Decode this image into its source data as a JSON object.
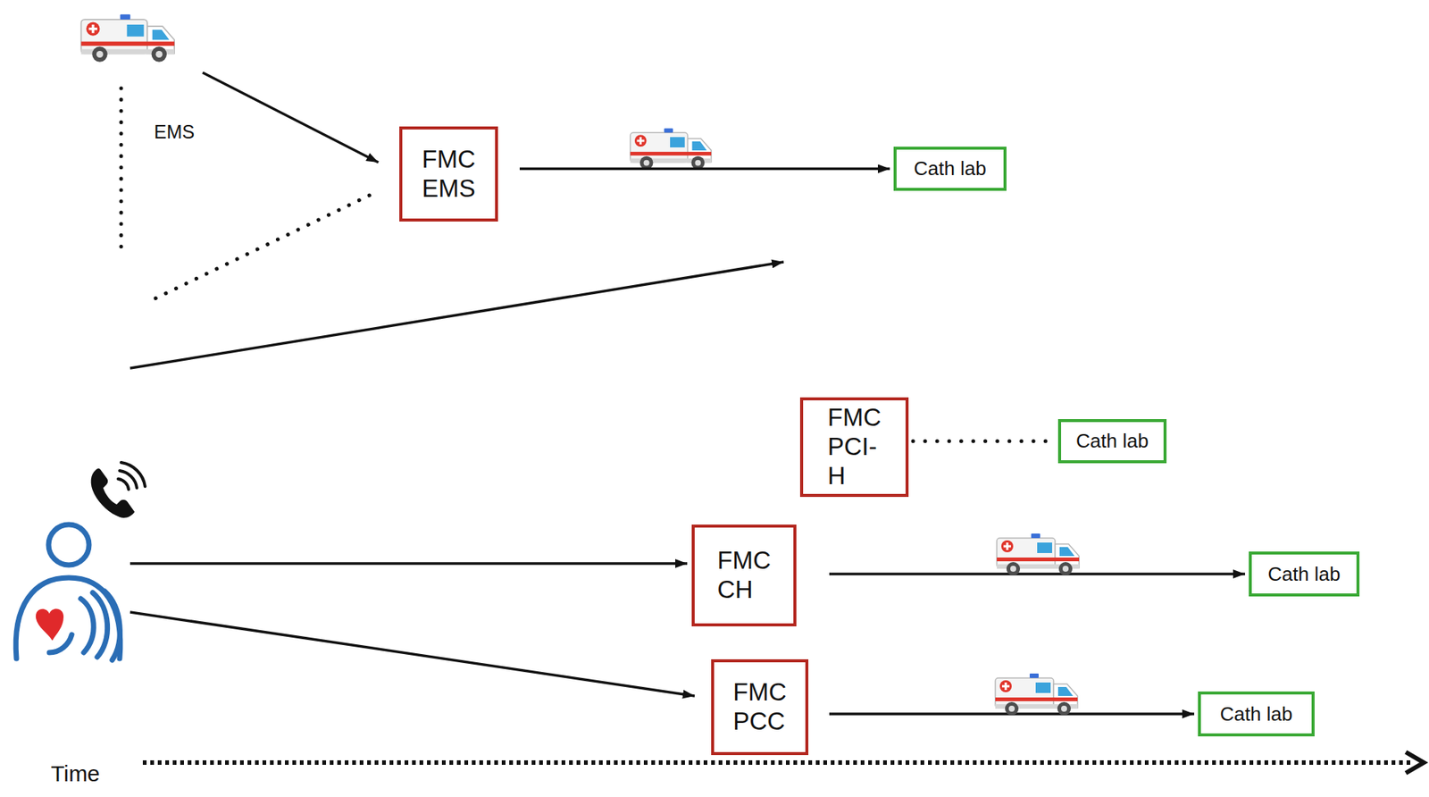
{
  "diagram": {
    "nodes": [
      {
        "text": [
          "FMC EMS"
        ]
      },
      {
        "text": [
          "Cath lab"
        ]
      },
      {
        "text": [
          "FMC PCI-H"
        ]
      },
      {
        "text": [
          "Cath lab"
        ]
      },
      {
        "text": [
          "FMC CH"
        ]
      },
      {
        "text": [
          "Cath lab"
        ]
      },
      {
        "text": [
          "FMC PCC"
        ]
      },
      {
        "text": [
          "Cath lab"
        ]
      }
    ],
    "edges": [
      {
        "from": 0,
        "to": 1,
        "arrow": "to"
      },
      {
        "from": 2,
        "to": 3,
        "arrow": "none"
      },
      {
        "from": 4,
        "to": 5,
        "arrow": "to"
      },
      {
        "from": 6,
        "to": 7,
        "arrow": "to"
      }
    ],
    "labels": [
      "EMS",
      "Time"
    ]
  }
}
